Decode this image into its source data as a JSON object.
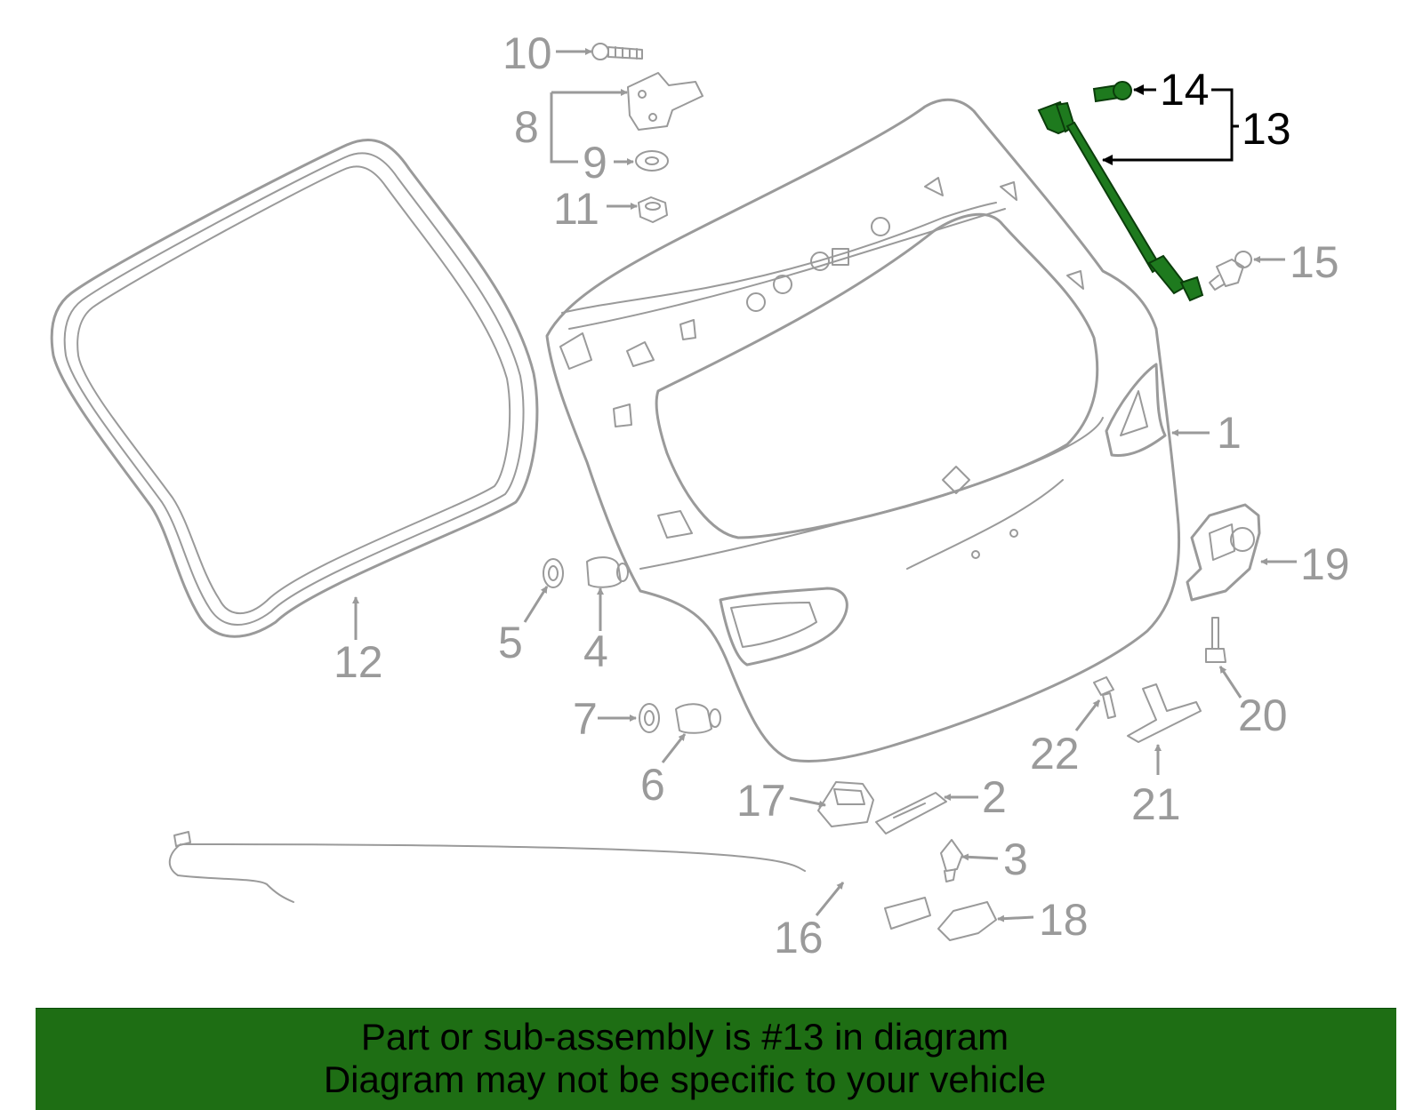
{
  "callouts": [
    {
      "num": "1"
    },
    {
      "num": "2"
    },
    {
      "num": "3"
    },
    {
      "num": "4"
    },
    {
      "num": "5"
    },
    {
      "num": "6"
    },
    {
      "num": "7"
    },
    {
      "num": "8"
    },
    {
      "num": "9"
    },
    {
      "num": "10"
    },
    {
      "num": "11"
    },
    {
      "num": "12"
    },
    {
      "num": "13"
    },
    {
      "num": "14"
    },
    {
      "num": "15"
    },
    {
      "num": "16"
    },
    {
      "num": "17"
    },
    {
      "num": "18"
    },
    {
      "num": "19"
    },
    {
      "num": "20"
    },
    {
      "num": "21"
    },
    {
      "num": "22"
    }
  ],
  "highlight": {
    "part": "13",
    "color": "#1e7a1e"
  },
  "banner": {
    "line1": "Part or sub-assembly is #13 in diagram",
    "line2": "Diagram may not be specific to your vehicle",
    "background": "#1e6e14"
  },
  "colors": {
    "part_stroke": "#9a9a9a",
    "label_dim": "#9a9a9a",
    "label_highlight": "#000000"
  }
}
